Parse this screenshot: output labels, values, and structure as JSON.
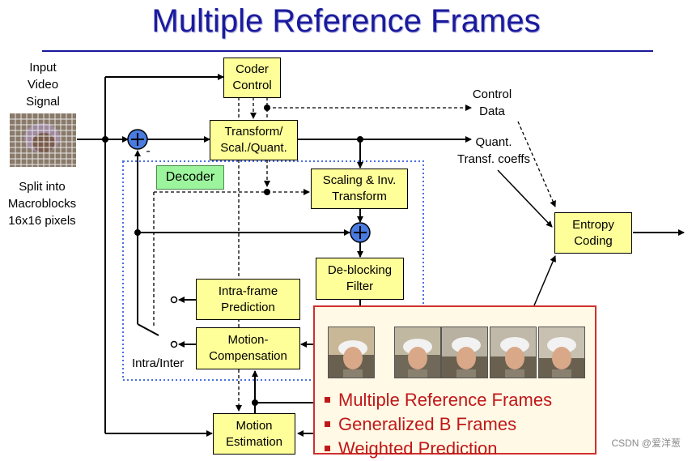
{
  "title": "Multiple Reference Frames",
  "labels": {
    "input": "Input\nVideo\nSignal",
    "split": "Split into\nMacroblocks\n16x16 pixels",
    "control_data": "Control\nData",
    "quant": "Quant.\nTransf. coeffs",
    "intra_inter": "Intra/Inter",
    "minus": "-"
  },
  "boxes": {
    "coder_control": "Coder\nControl",
    "transform": "Transform/\nScal./Quant.",
    "scaling": "Scaling & Inv.\nTransform",
    "deblocking": "De-blocking\nFilter",
    "intra_pred": "Intra-frame\nPrediction",
    "motion_comp": "Motion-\nCompensation",
    "motion_est": "Motion\nEstimation",
    "entropy": "Entropy\nCoding"
  },
  "decoder_label": "Decoder",
  "popup": {
    "bullets": [
      "Multiple Reference Frames",
      "Generalized B Frames",
      "Weighted Prediction"
    ]
  },
  "watermark": "CSDN @爱洋葱",
  "colors": {
    "title": "#1a1a9c",
    "box_fill": "#ffff99",
    "decoder_fill": "#9cf59c",
    "adder_fill": "#4a7be0",
    "bullet": "#c01818",
    "decoder_border": "#4a70e0"
  }
}
